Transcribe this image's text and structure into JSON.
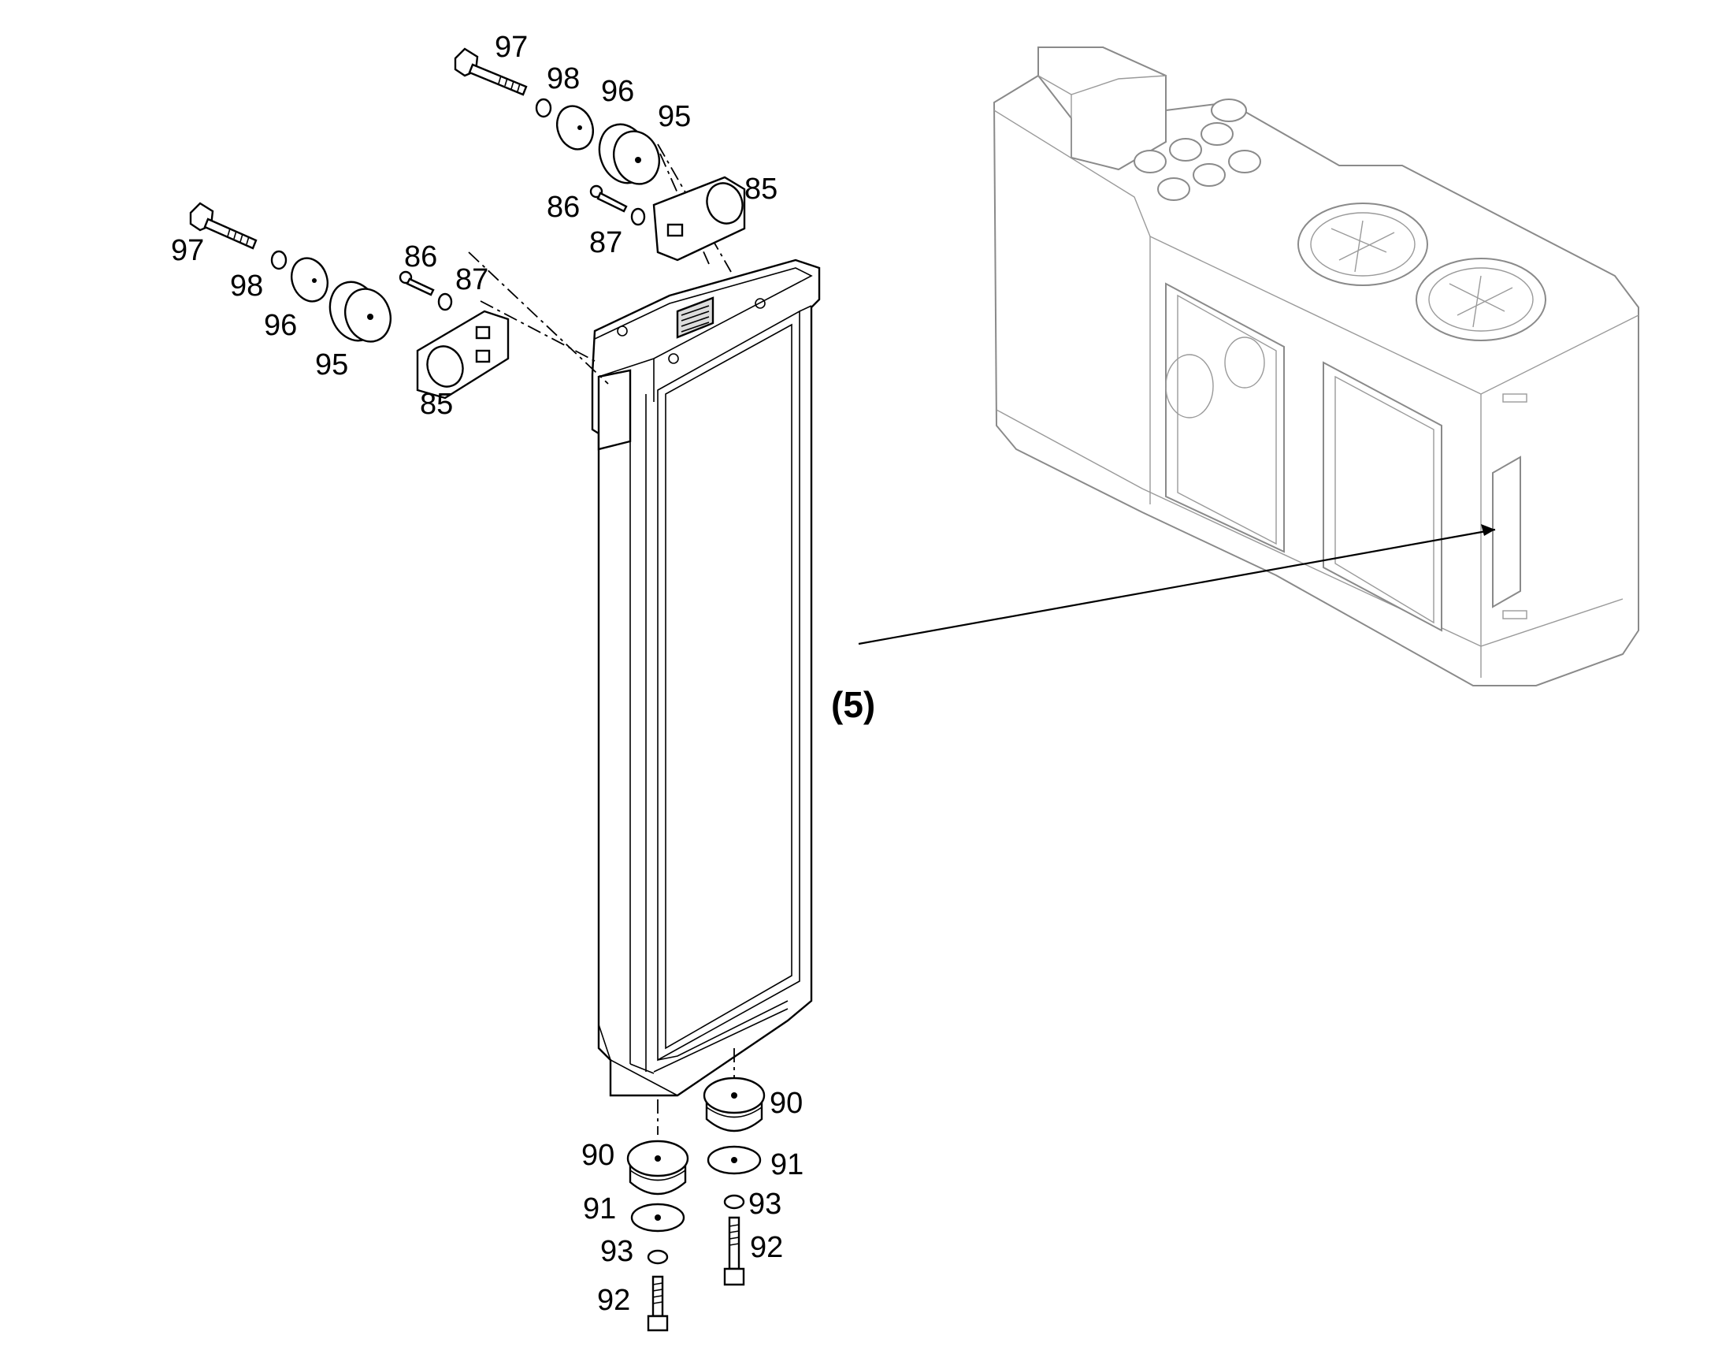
{
  "callouts": {
    "upper_right": {
      "n97": "97",
      "n98": "98",
      "n96": "96",
      "n95": "95",
      "n85": "85",
      "n86": "86",
      "n87": "87"
    },
    "upper_left": {
      "n97": "97",
      "n98": "98",
      "n96": "96",
      "n95": "95",
      "n85": "85",
      "n86": "86",
      "n87": "87"
    },
    "bottom_left": {
      "n90": "90",
      "n91": "91",
      "n93": "93",
      "n92": "92"
    },
    "bottom_right": {
      "n90": "90",
      "n91": "91",
      "n93": "93",
      "n92": "92"
    },
    "view_reference": "(5)"
  }
}
